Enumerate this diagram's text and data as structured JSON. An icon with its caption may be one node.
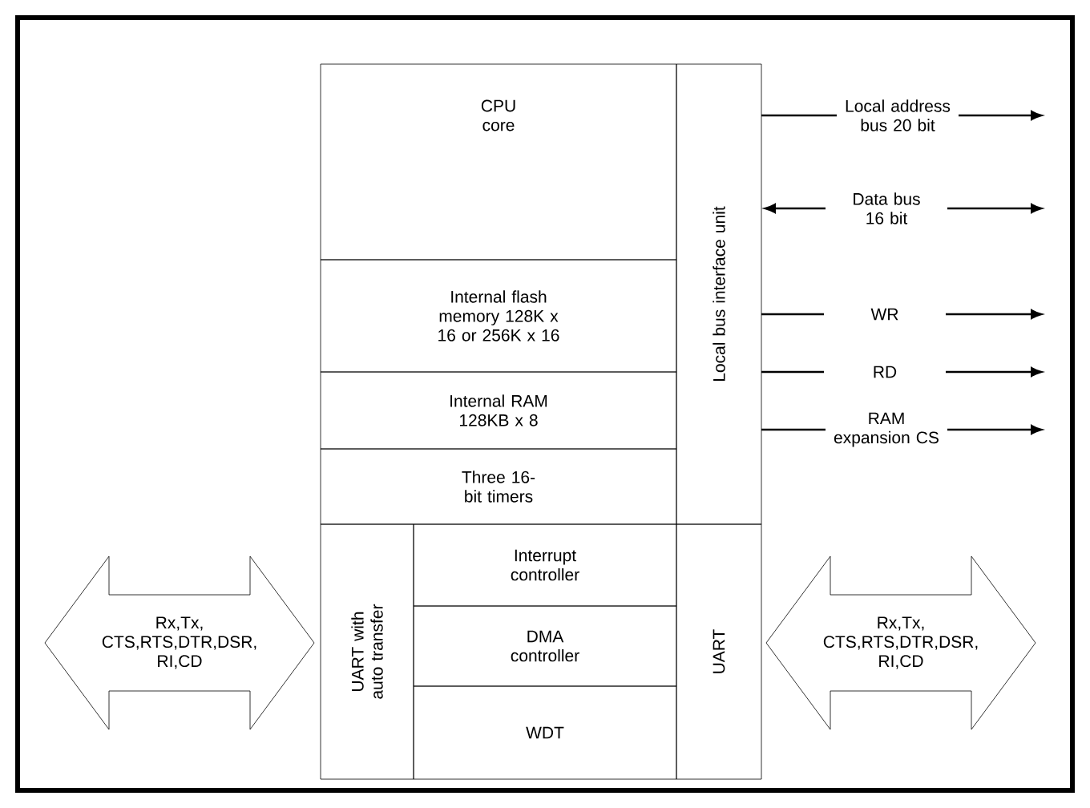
{
  "diagram": {
    "nodes": [
      {
        "text": [
          "CPU core"
        ]
      },
      {
        "text": [
          "Internal flash memory 128K x 16 or 256K x 16"
        ]
      },
      {
        "text": [
          "Internal RAM 128KB x 8"
        ]
      },
      {
        "text": [
          "Three 16-bit timers"
        ]
      },
      {
        "text": [
          "UART with auto transfer"
        ]
      },
      {
        "text": [
          "Interrupt controller"
        ]
      },
      {
        "text": [
          "DMA controller"
        ]
      },
      {
        "text": [
          "WDT"
        ]
      },
      {
        "text": [
          "Local bus interface unit"
        ]
      },
      {
        "text": [
          "UART"
        ]
      },
      {
        "text": [
          "Rx,Tx, CTS,RTS,DTR,DSR, RI,CD"
        ]
      },
      {
        "text": [
          "Rx,Tx, CTS,RTS,DTR,DSR, RI,CD"
        ]
      }
    ],
    "edges": [
      {
        "from": 8,
        "to": null,
        "arrow": "to",
        "label": "Local address bus 20 bit"
      },
      {
        "from": 8,
        "to": null,
        "arrow": "both",
        "label": "Data bus 16 bit"
      },
      {
        "from": 8,
        "to": null,
        "arrow": "to",
        "label": "WR"
      },
      {
        "from": 8,
        "to": null,
        "arrow": "to",
        "label": "RD"
      },
      {
        "from": 8,
        "to": null,
        "arrow": "to",
        "label": "RAM expansion CS"
      }
    ]
  }
}
